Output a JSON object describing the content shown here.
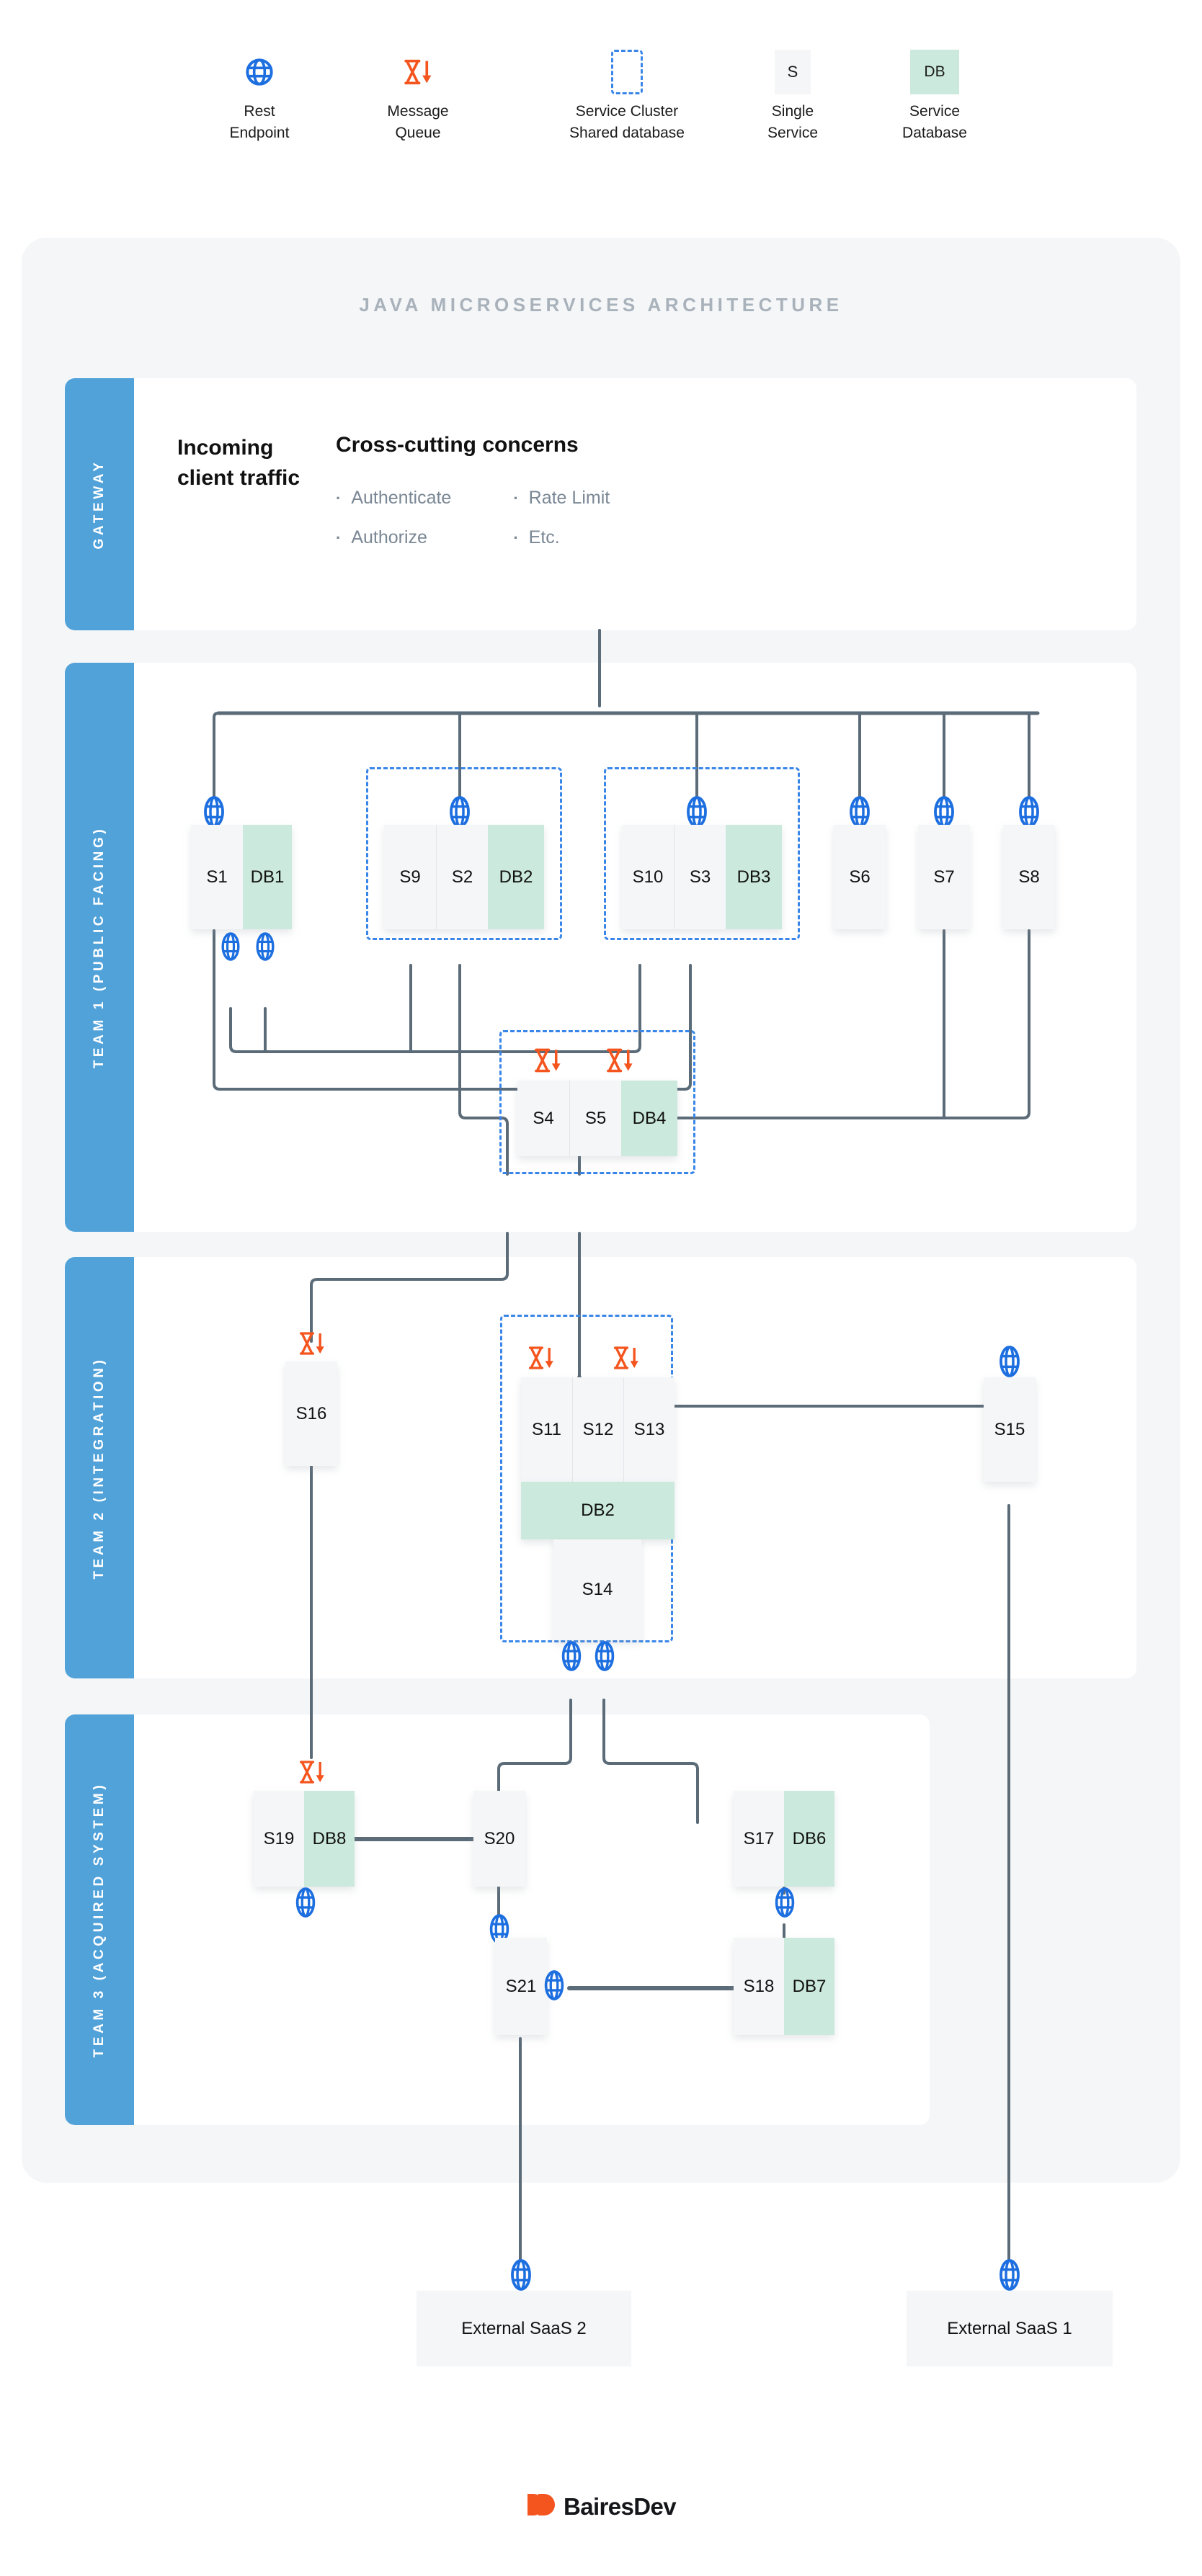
{
  "title": "JAVA MICROSERVICES ARCHITECTURE",
  "legend": {
    "items": [
      {
        "icon": "rest-endpoint-globe-icon",
        "line1": "Rest",
        "line2": "Endpoint"
      },
      {
        "icon": "message-queue-icon",
        "line1": "Message",
        "line2": "Queue"
      },
      {
        "icon": "service-cluster-dashed-icon",
        "line1": "Service Cluster",
        "line2": "Shared database"
      },
      {
        "icon": "single-service-icon",
        "glyph": "S",
        "line1": "Single",
        "line2": "Service"
      },
      {
        "icon": "service-database-icon",
        "glyph": "DB",
        "line1": "Service",
        "line2": "Database"
      }
    ]
  },
  "bands": [
    {
      "key": "gateway",
      "label": "GATEWAY"
    },
    {
      "key": "team1",
      "label": "TEAM 1 (PUBLIC FACING)"
    },
    {
      "key": "team2",
      "label": "TEAM 2 (INTEGRATION)"
    },
    {
      "key": "team3",
      "label": "TEAM 3 (ACQUIRED SYSTEM)"
    }
  ],
  "gateway": {
    "heading": "Incoming client traffic",
    "concerns_title": "Cross-cutting concerns",
    "concerns_left": [
      "Authenticate",
      "Authorize"
    ],
    "concerns_right": [
      "Rate Limit",
      "Etc."
    ],
    "bullet": "·"
  },
  "nodes": {
    "s1": "S1",
    "db1": "DB1",
    "s9": "S9",
    "s2": "S2",
    "db2a": "DB2",
    "s10": "S10",
    "s3": "S3",
    "db3": "DB3",
    "s6": "S6",
    "s7": "S7",
    "s8": "S8",
    "s4": "S4",
    "s5": "S5",
    "db4": "DB4",
    "s16": "S16",
    "s11": "S11",
    "s12": "S12",
    "s13": "S13",
    "db2b": "DB2",
    "s14": "S14",
    "s15": "S15",
    "s19": "S19",
    "db8": "DB8",
    "s20": "S20",
    "s17": "S17",
    "db6": "DB6",
    "s21": "S21",
    "s18": "S18",
    "db7": "DB7",
    "saas2": "External SaaS 2",
    "saas1": "External SaaS 1"
  },
  "footer": {
    "brand": "BairesDev"
  },
  "colors": {
    "band_strip": "#52a2da",
    "panel": "#ffffff",
    "frame": "#f4f6f8",
    "service": "#f4f6f8",
    "database": "#cbe9dc",
    "globe": "#1d6fe0",
    "queue": "#f4551f",
    "cluster_border": "#3a86e8",
    "wire": "#5b6b78",
    "title": "#a9b2bb"
  }
}
